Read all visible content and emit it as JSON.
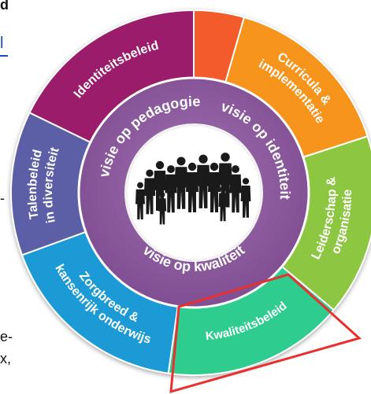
{
  "page_fragments": {
    "top_left": "d",
    "link": "l",
    "dash": "-",
    "bottom_left_1": "e-",
    "bottom_left_2": "x,"
  },
  "center": {
    "pedagogie": "visie op pedagogie",
    "identiteit": "visie op identiteit",
    "kwaliteit": "visie op kwaliteit"
  },
  "segments": [
    {
      "key": "identiteitsbeleid",
      "lines": [
        "Identiteitsbeleid"
      ],
      "color": "#9b1a6b"
    },
    {
      "key": "orange_blank",
      "lines": [],
      "color": "#f35b2b"
    },
    {
      "key": "curricula",
      "lines": [
        "Curricula &",
        "implementatie"
      ],
      "color": "#f7941d"
    },
    {
      "key": "leiderschap",
      "lines": [
        "Leiderschap &",
        "organisatie"
      ],
      "color": "#8dc63f"
    },
    {
      "key": "kwaliteitsbeleid",
      "lines": [
        "Kwaliteitsbeleid"
      ],
      "color": "#2ecc8f"
    },
    {
      "key": "zorgbreed",
      "lines": [
        "Zorgbreed &",
        "kansenrijk onderwijs"
      ],
      "color": "#1e9ad6"
    },
    {
      "key": "talenbeleid",
      "lines": [
        "Talenbeleid",
        "in diversiteit"
      ],
      "color": "#5b5ea6"
    }
  ],
  "colors": {
    "inner_ring": "#8e5a9e",
    "inner_ring_dark": "#7d4b8f",
    "highlight": "#e8302f",
    "silhouette": "#1a1a1a"
  },
  "icons": [
    "people-silhouette-icon"
  ]
}
